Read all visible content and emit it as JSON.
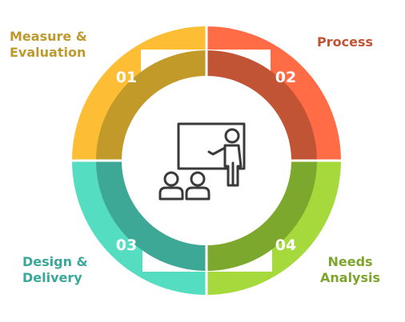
{
  "center_icon": "teacher-presentation-icon",
  "segments": [
    {
      "number": "01",
      "label_lines": [
        "Measure &",
        "Evaluation"
      ],
      "outer_color": "#FDBE35",
      "inner_color": "#C19A2A",
      "label_color": "#BE9A2E"
    },
    {
      "number": "02",
      "label_lines": [
        "Process"
      ],
      "outer_color": "#FF6C45",
      "inner_color": "#C25436",
      "label_color": "#C25436"
    },
    {
      "number": "03",
      "label_lines": [
        "Design &",
        "Delivery"
      ],
      "outer_color": "#55DDC1",
      "inner_color": "#3EA896",
      "label_color": "#3AA898"
    },
    {
      "number": "04",
      "label_lines": [
        "Needs",
        "Analysis"
      ],
      "outer_color": "#A6D93C",
      "inner_color": "#7CA82E",
      "label_color": "#7DA52E"
    }
  ]
}
